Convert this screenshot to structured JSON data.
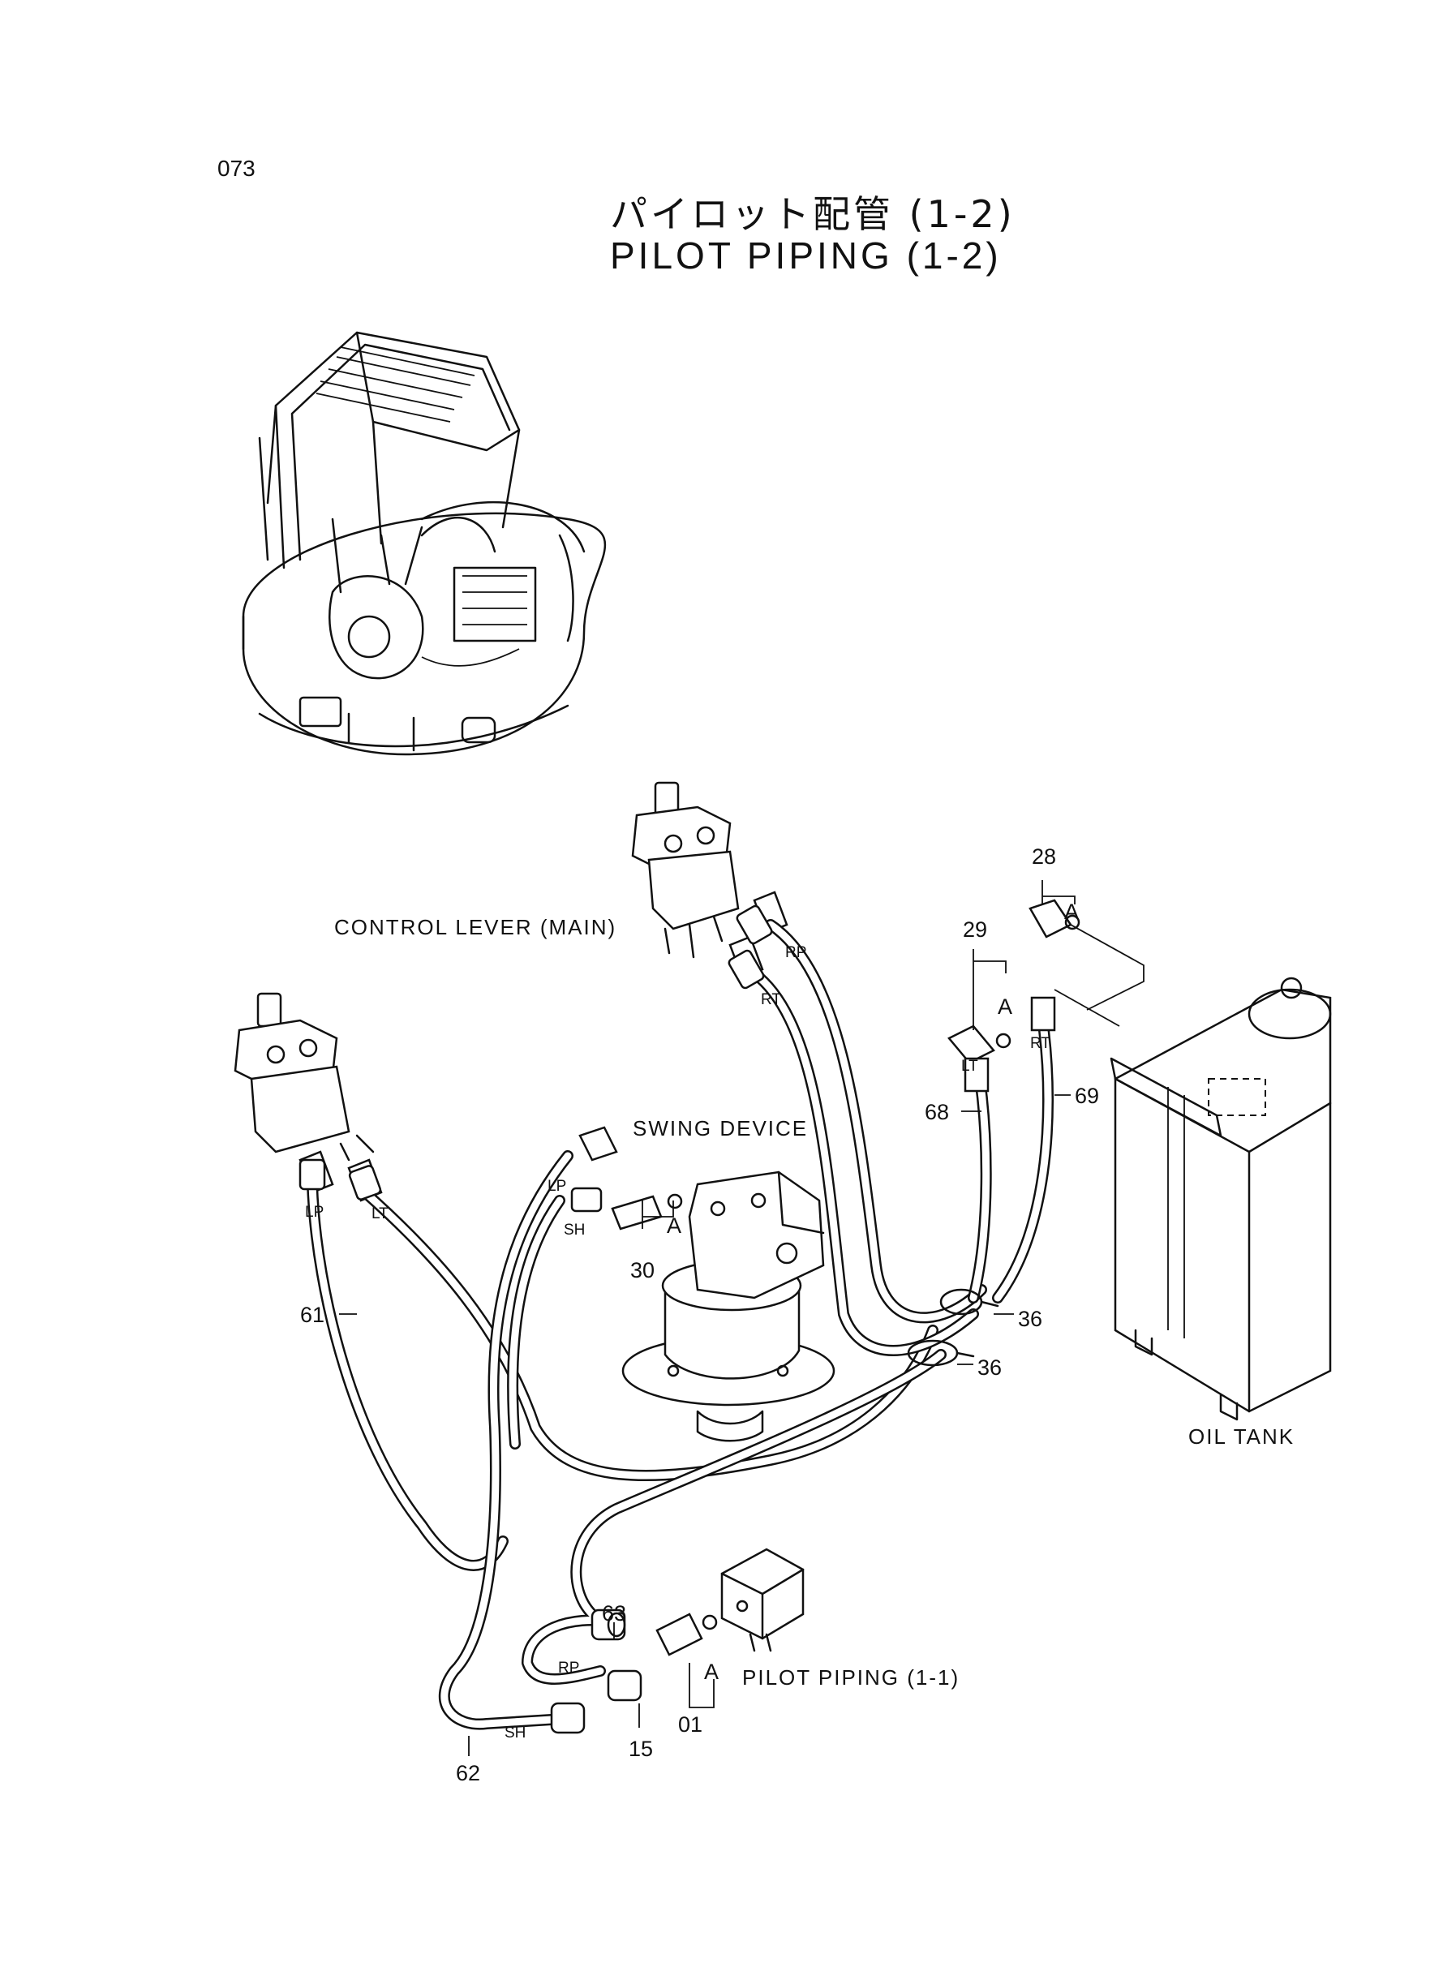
{
  "page_number": "073",
  "title_jp": "パイロット配管 (1-2)",
  "title_en": "PILOT PIPING (1-2)",
  "components": {
    "control_lever": "CONTROL LEVER (MAIN)",
    "swing_device": "SWING DEVICE",
    "oil_tank": "OIL TANK",
    "pilot_piping": "PILOT PIPING (1-1)"
  },
  "part_numbers": {
    "p28": "28",
    "p29": "29",
    "p30": "30",
    "p36a": "36",
    "p36b": "36",
    "p61": "61",
    "p62": "62",
    "p63": "63",
    "p68": "68",
    "p69": "69",
    "p15": "15",
    "p01": "01"
  },
  "ports": {
    "rp_top": "RP",
    "rt_top": "RT",
    "rt_tank": "RT",
    "lt_tank": "LT",
    "lp_left": "LP",
    "lt_left": "LT",
    "lp_mid": "LP",
    "sh_mid": "SH",
    "rp_bottom": "RP",
    "sh_bottom": "SH"
  },
  "markers": {
    "a28": "A",
    "a29": "A",
    "a30": "A",
    "a01": "A"
  }
}
